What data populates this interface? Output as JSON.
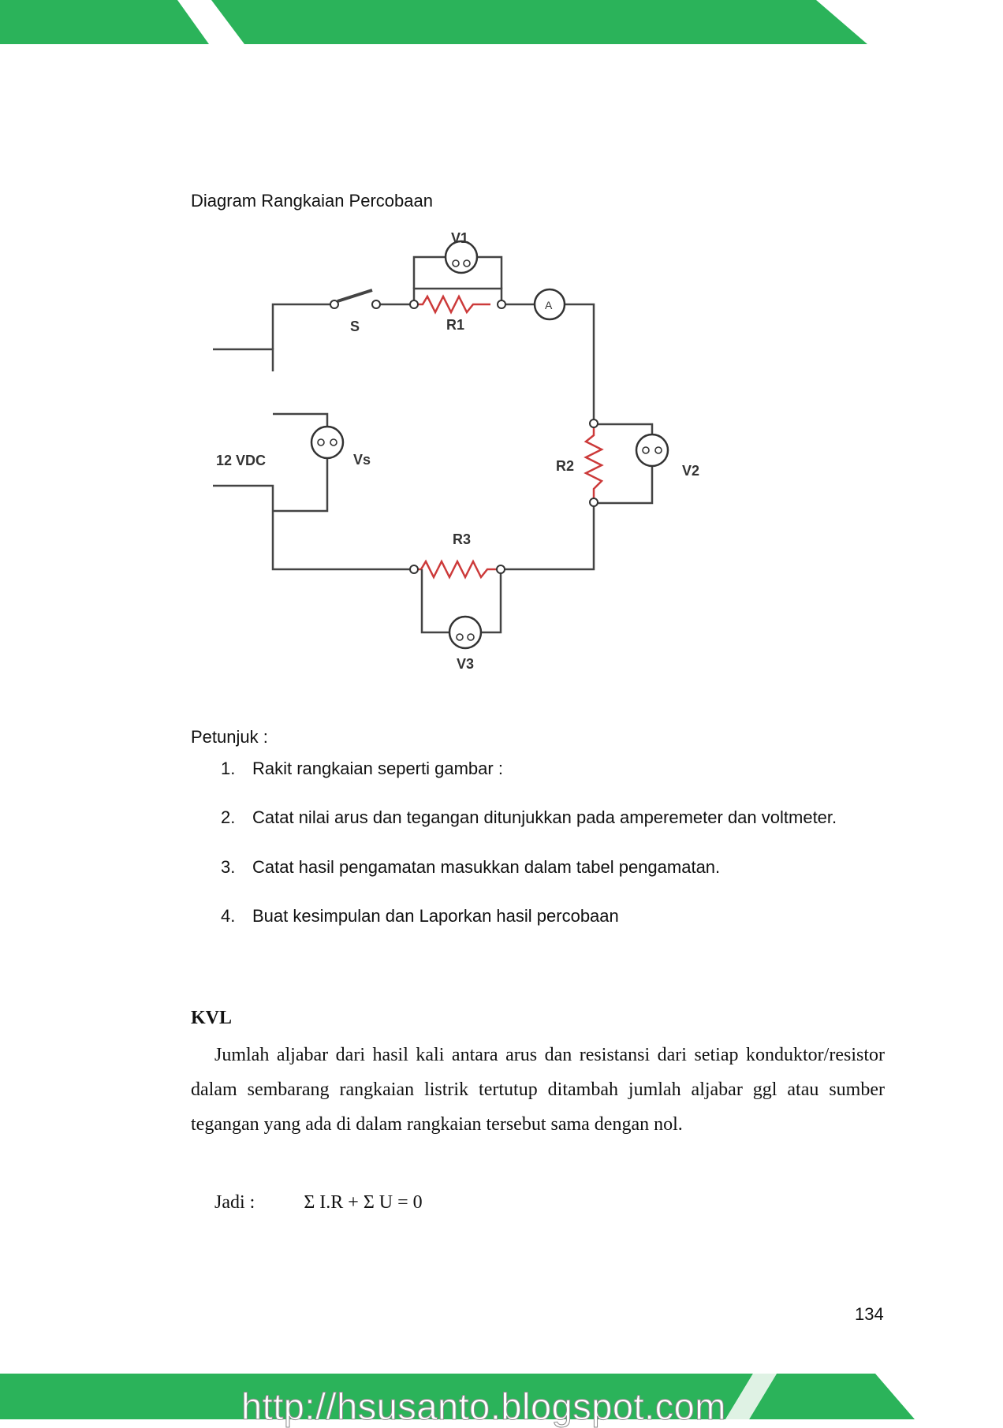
{
  "page": {
    "caption": "Diagram Rangkaian Percobaan",
    "page_number": "134",
    "watermark": "http://hsusanto.blogspot.com",
    "band_color": "#2bb35a"
  },
  "diagram": {
    "labels": {
      "v1": "V1",
      "switch": "S",
      "r1": "R1",
      "ammeter": "A",
      "source": "12 VDC",
      "vs": "Vs",
      "r2": "R2",
      "v2": "V2",
      "r3": "R3",
      "v3": "V3"
    }
  },
  "instructions": {
    "title": "Petunjuk :",
    "steps": [
      {
        "num": "1.",
        "text": "Rakit rangkaian seperti gambar :"
      },
      {
        "num": "2.",
        "text": "Catat nilai arus dan tegangan ditunjukkan pada amperemeter dan voltmeter."
      },
      {
        "num": "3.",
        "text": "Catat hasil pengamatan masukkan dalam tabel pengamatan."
      },
      {
        "num": "4.",
        "text": "Buat kesimpulan dan Laporkan hasil percobaan"
      }
    ]
  },
  "kvl": {
    "heading": "KVL",
    "paragraph": "Jumlah aljabar dari hasil kali antara arus dan resistansi dari setiap konduktor/resistor dalam sembarang rangkaian listrik tertutup ditambah jumlah aljabar ggl atau sumber tegangan yang ada di dalam rangkaian tersebut sama dengan nol.",
    "formula_label": "Jadi :",
    "formula": "Σ I.R + Σ U = 0"
  }
}
